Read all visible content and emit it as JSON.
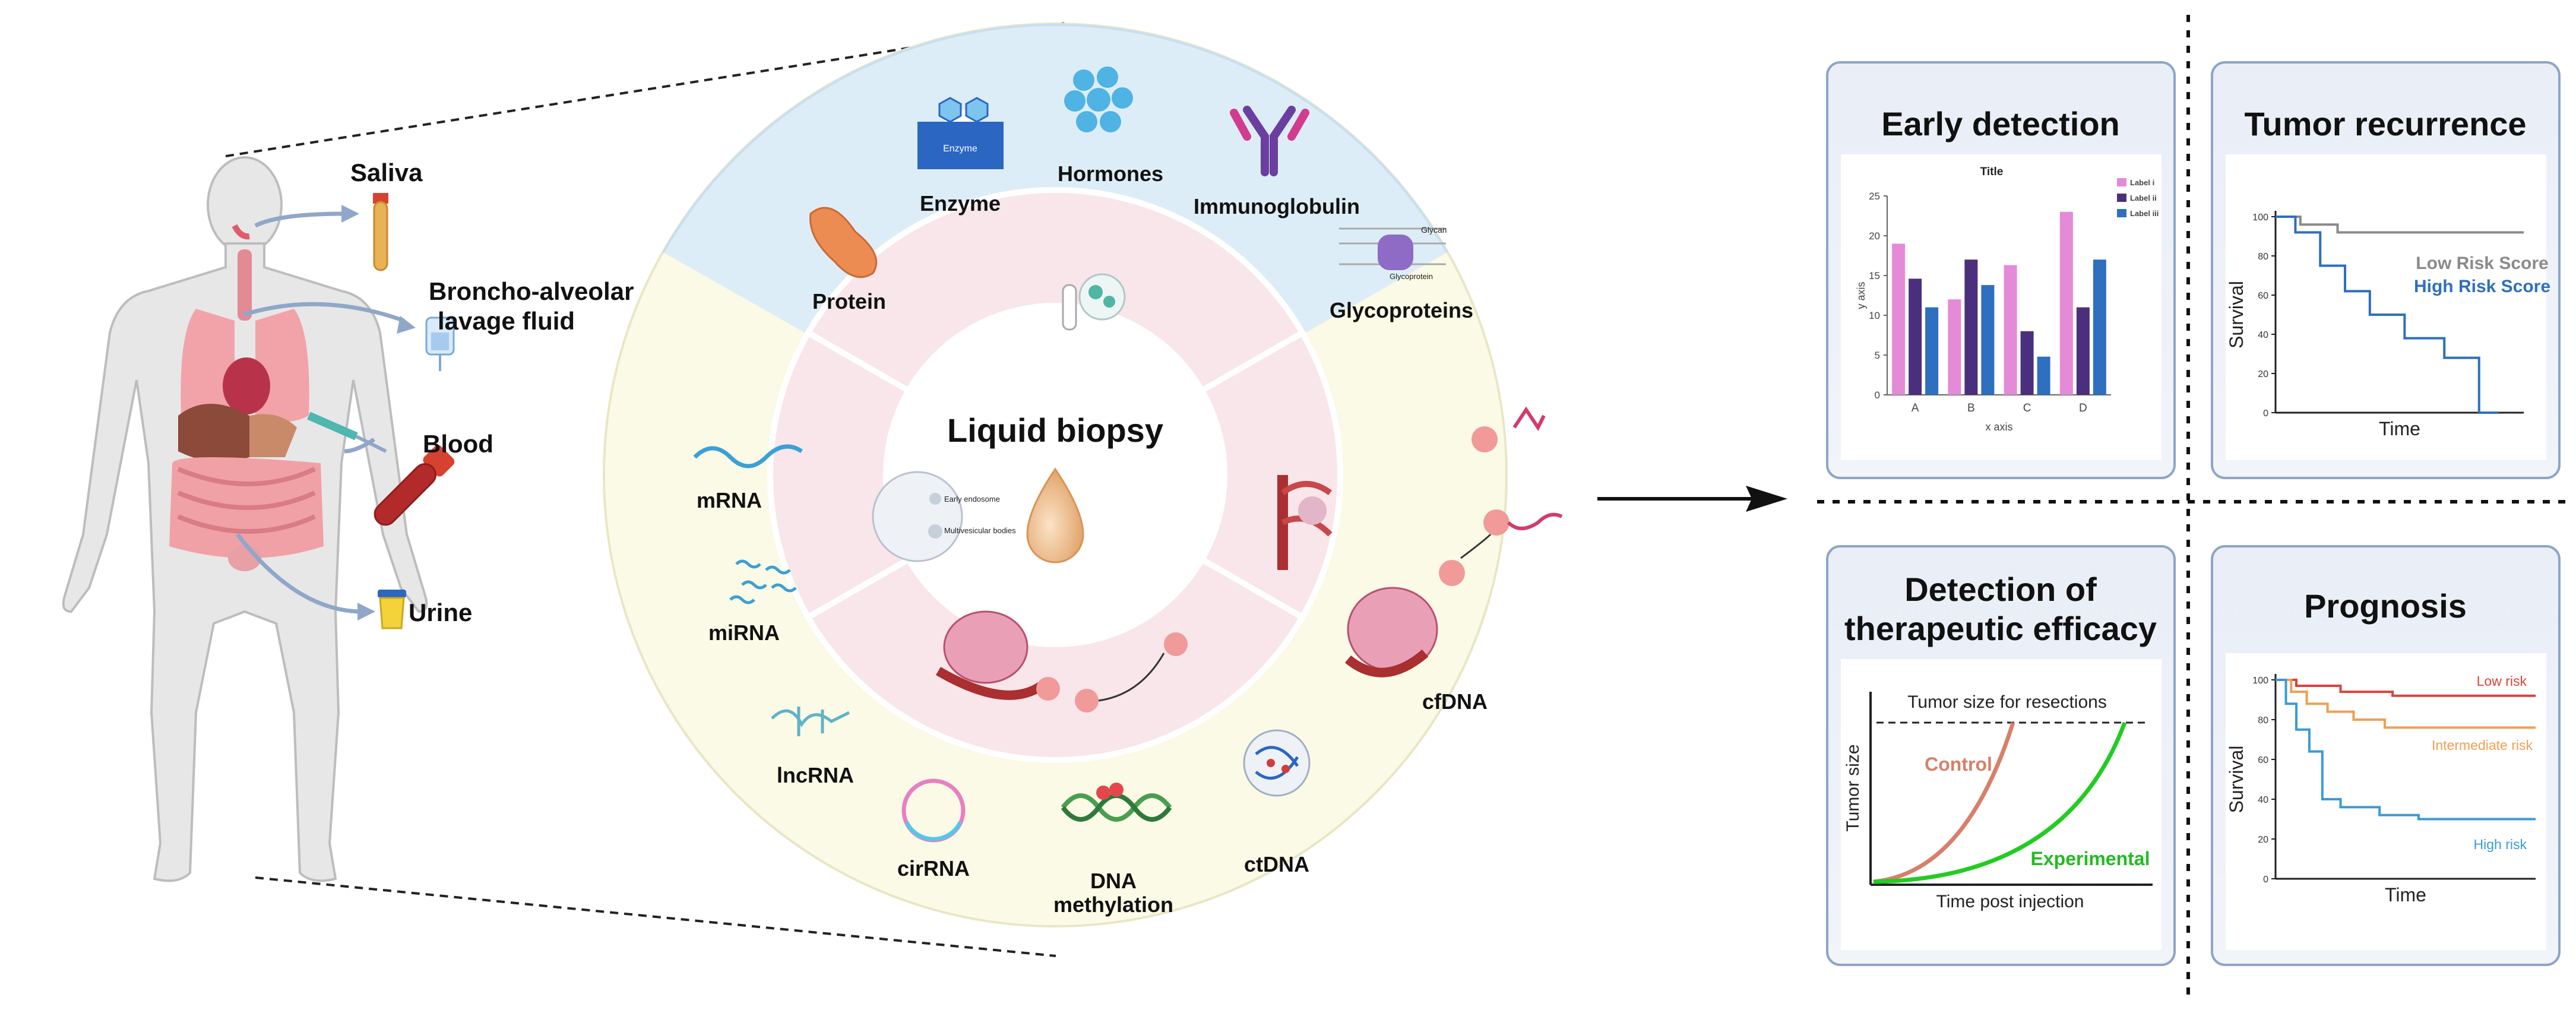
{
  "left": {
    "fluids": [
      {
        "key": "saliva",
        "label_lines": [
          "Saliva"
        ]
      },
      {
        "key": "balf",
        "label_lines": [
          "Broncho-alveolar",
          "lavage fluid"
        ]
      },
      {
        "key": "blood",
        "label_lines": [
          "Blood"
        ]
      },
      {
        "key": "urine",
        "label_lines": [
          "Urine"
        ]
      }
    ]
  },
  "center": {
    "title": "Liquid biopsy",
    "proteins": {
      "protein": "Protein",
      "enzyme": "Enzyme",
      "enzyme_inner": "Enzyme",
      "hormones": "Hormones",
      "immunoglobulin": "Immunoglobulin",
      "glycoproteins": "Glycoproteins",
      "glycan": "Glycan",
      "glycoprotein_inner": "Glycoprotein"
    },
    "nucleic": {
      "mrna": "mRNA",
      "mirna": "miRNA",
      "lncrna": "lncRNA",
      "circrna": "cirRNA",
      "dna_methylation_lines": [
        "DNA",
        "methylation"
      ],
      "ctdna": "ctDNA",
      "cfdna": "cfDNA"
    },
    "exosome_labels": [
      "Early endosome",
      "Multivesicular bodies"
    ]
  },
  "panels": {
    "early_detection": {
      "title": "Early detection",
      "chart_data": {
        "type": "bar",
        "title": "Title",
        "xlabel": "x axis",
        "ylabel": "y axis",
        "categories": [
          "A",
          "B",
          "C",
          "D"
        ],
        "ylim": [
          0,
          25
        ],
        "yticks": [
          "0",
          "5",
          "10",
          "15",
          "20",
          "25"
        ],
        "legend_position": "top-right",
        "series": [
          {
            "name": "Label i",
            "color": "#e58ad7",
            "values": [
              19,
              12,
              16.3,
              23
            ]
          },
          {
            "name": "Label ii",
            "color": "#4b2f7c",
            "values": [
              14.6,
              17,
              8,
              11
            ]
          },
          {
            "name": "Label iii",
            "color": "#2e6fbf",
            "values": [
              11,
              13.8,
              4.8,
              17
            ]
          }
        ]
      }
    },
    "tumor_recurrence": {
      "title": "Tumor recurrence",
      "chart_data": {
        "type": "line",
        "xlabel": "Time",
        "ylabel": "Survival",
        "ylim": [
          0,
          100
        ],
        "yticks": [
          "0",
          "20",
          "40",
          "60",
          "80",
          "100"
        ],
        "series": [
          {
            "name": "Low Risk Score",
            "color": "#8a8a8a",
            "step": true,
            "x": [
              0,
              10,
              10,
              25,
              25,
              60,
              100
            ],
            "y": [
              100,
              100,
              96,
              96,
              92,
              92,
              92
            ]
          },
          {
            "name": "High Risk Score",
            "color": "#2e6fbf",
            "step": true,
            "x": [
              0,
              8,
              8,
              18,
              18,
              28,
              28,
              38,
              38,
              52,
              52,
              68,
              68,
              82,
              82,
              90
            ],
            "y": [
              100,
              100,
              92,
              92,
              75,
              75,
              62,
              62,
              50,
              50,
              38,
              38,
              28,
              28,
              0,
              0
            ]
          }
        ]
      }
    },
    "therapeutic": {
      "title_lines": [
        "Detection of",
        "therapeutic efficacy"
      ],
      "chart_data": {
        "type": "line",
        "xlabel": "Time post injection",
        "ylabel": "Tumor size",
        "threshold_label": "Tumor size for resections",
        "series": [
          {
            "name": "Control",
            "color": "#d6806a"
          },
          {
            "name": "Experimental",
            "color": "#22cc22"
          }
        ]
      }
    },
    "prognosis": {
      "title": "Prognosis",
      "chart_data": {
        "type": "line",
        "xlabel": "Time",
        "ylabel": "Survival",
        "ylim": [
          0,
          100
        ],
        "yticks": [
          "0",
          "20",
          "40",
          "60",
          "80",
          "100"
        ],
        "series": [
          {
            "name": "Low risk",
            "color": "#d9443a",
            "step": true,
            "x": [
              0,
              8,
              8,
              25,
              25,
              45,
              45,
              100
            ],
            "y": [
              100,
              100,
              97,
              97,
              94,
              94,
              92,
              92
            ]
          },
          {
            "name": "Intermediate risk",
            "color": "#f0a050",
            "step": true,
            "x": [
              0,
              6,
              6,
              12,
              12,
              20,
              20,
              30,
              30,
              42,
              42,
              100
            ],
            "y": [
              100,
              100,
              94,
              94,
              88,
              88,
              84,
              84,
              80,
              80,
              76,
              76
            ]
          },
          {
            "name": "High risk",
            "color": "#3a9bd5",
            "step": true,
            "x": [
              0,
              4,
              4,
              8,
              8,
              13,
              13,
              18,
              18,
              25,
              25,
              40,
              40,
              55,
              55,
              100
            ],
            "y": [
              100,
              100,
              88,
              88,
              75,
              75,
              64,
              64,
              40,
              40,
              36,
              36,
              32,
              32,
              30,
              30
            ]
          }
        ]
      }
    }
  }
}
